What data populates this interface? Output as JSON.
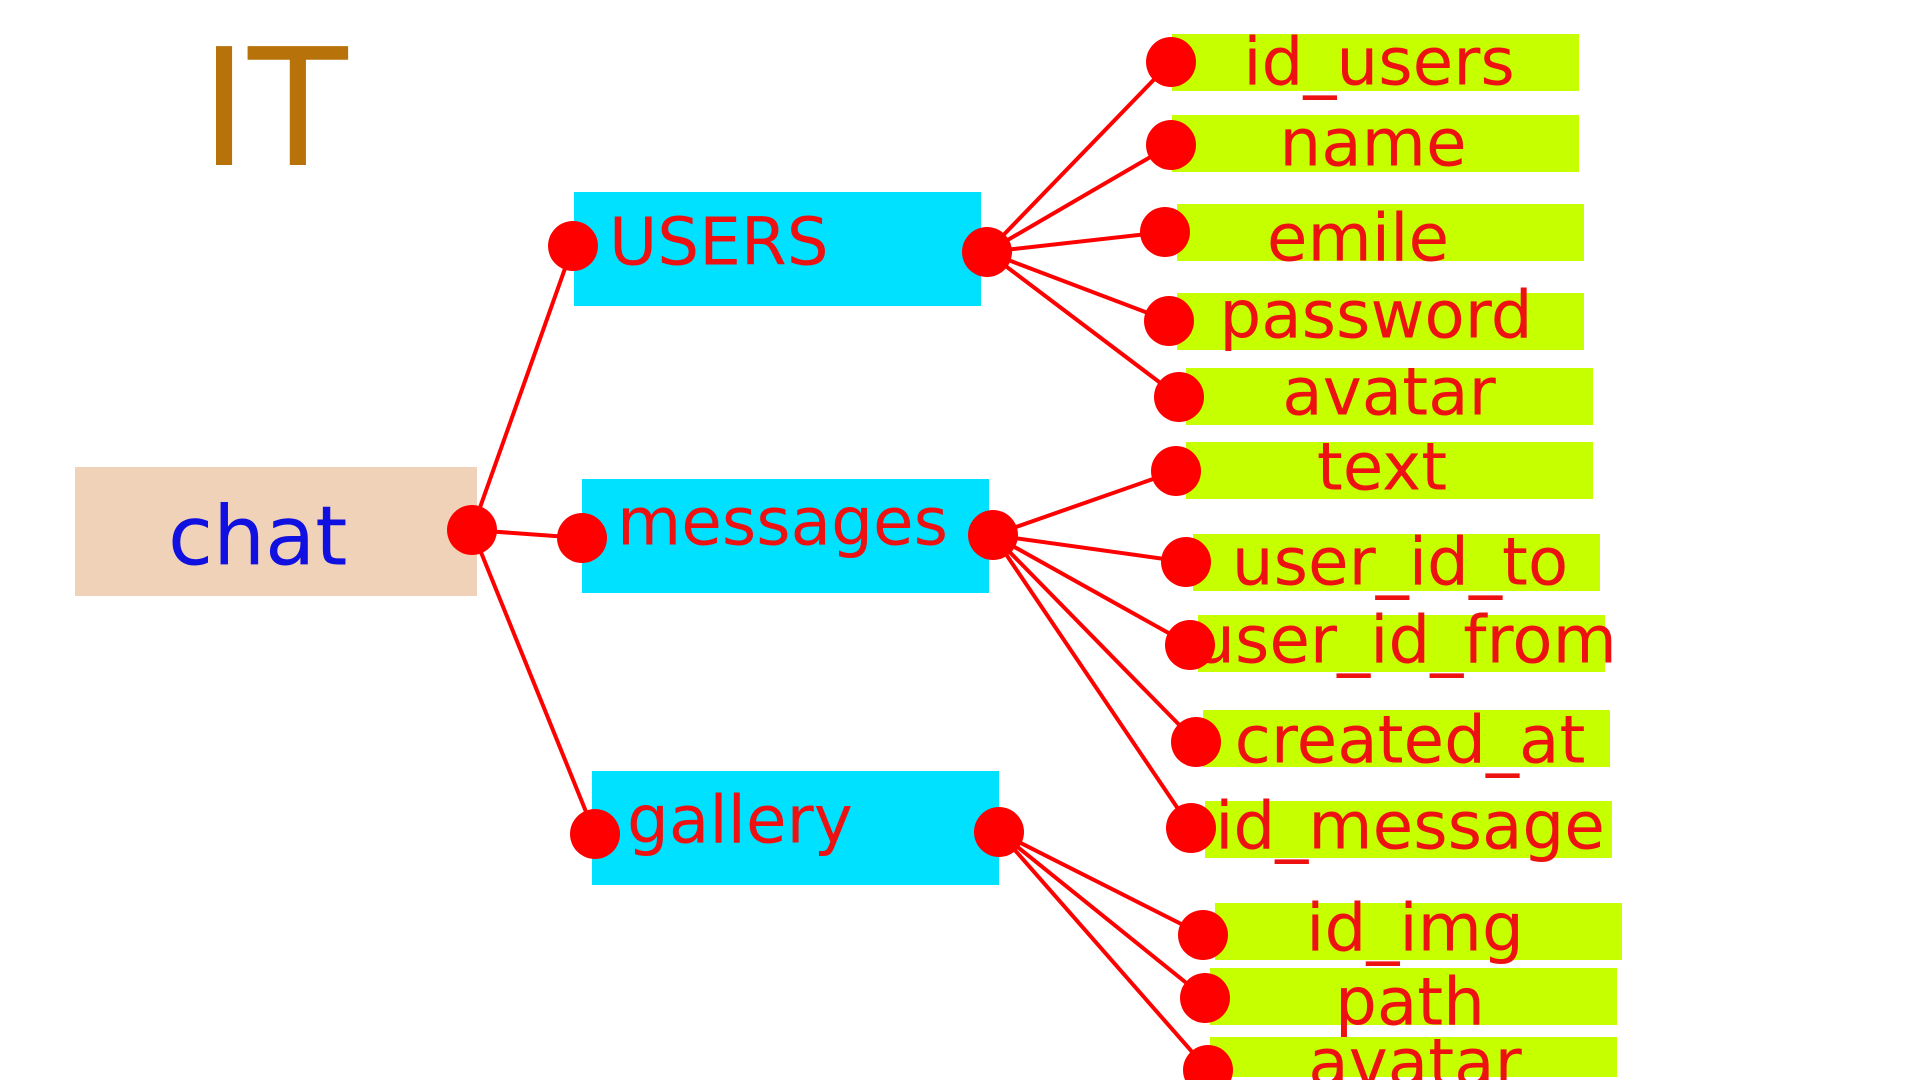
{
  "title": "IT",
  "root": {
    "label": "chat"
  },
  "tables": [
    {
      "name": "USERS",
      "fields": [
        "id_users",
        "name",
        "emile",
        "password",
        "avatar"
      ]
    },
    {
      "name": "messages",
      "fields": [
        "text",
        "user_id_to",
        "user_id_from",
        "created_at",
        "id_message"
      ]
    },
    {
      "name": "gallery",
      "fields": [
        "id_img",
        "path",
        "avatar"
      ]
    }
  ],
  "colors": {
    "title": "#b8720a",
    "root_fill": "#f0d2b8",
    "root_text": "#1010e0",
    "table_fill": "#00e0ff",
    "table_text": "#ee1111",
    "field_fill": "#c6ff00",
    "field_text": "#ee1111",
    "connector": "#ff0000",
    "node": "#ff0000"
  }
}
